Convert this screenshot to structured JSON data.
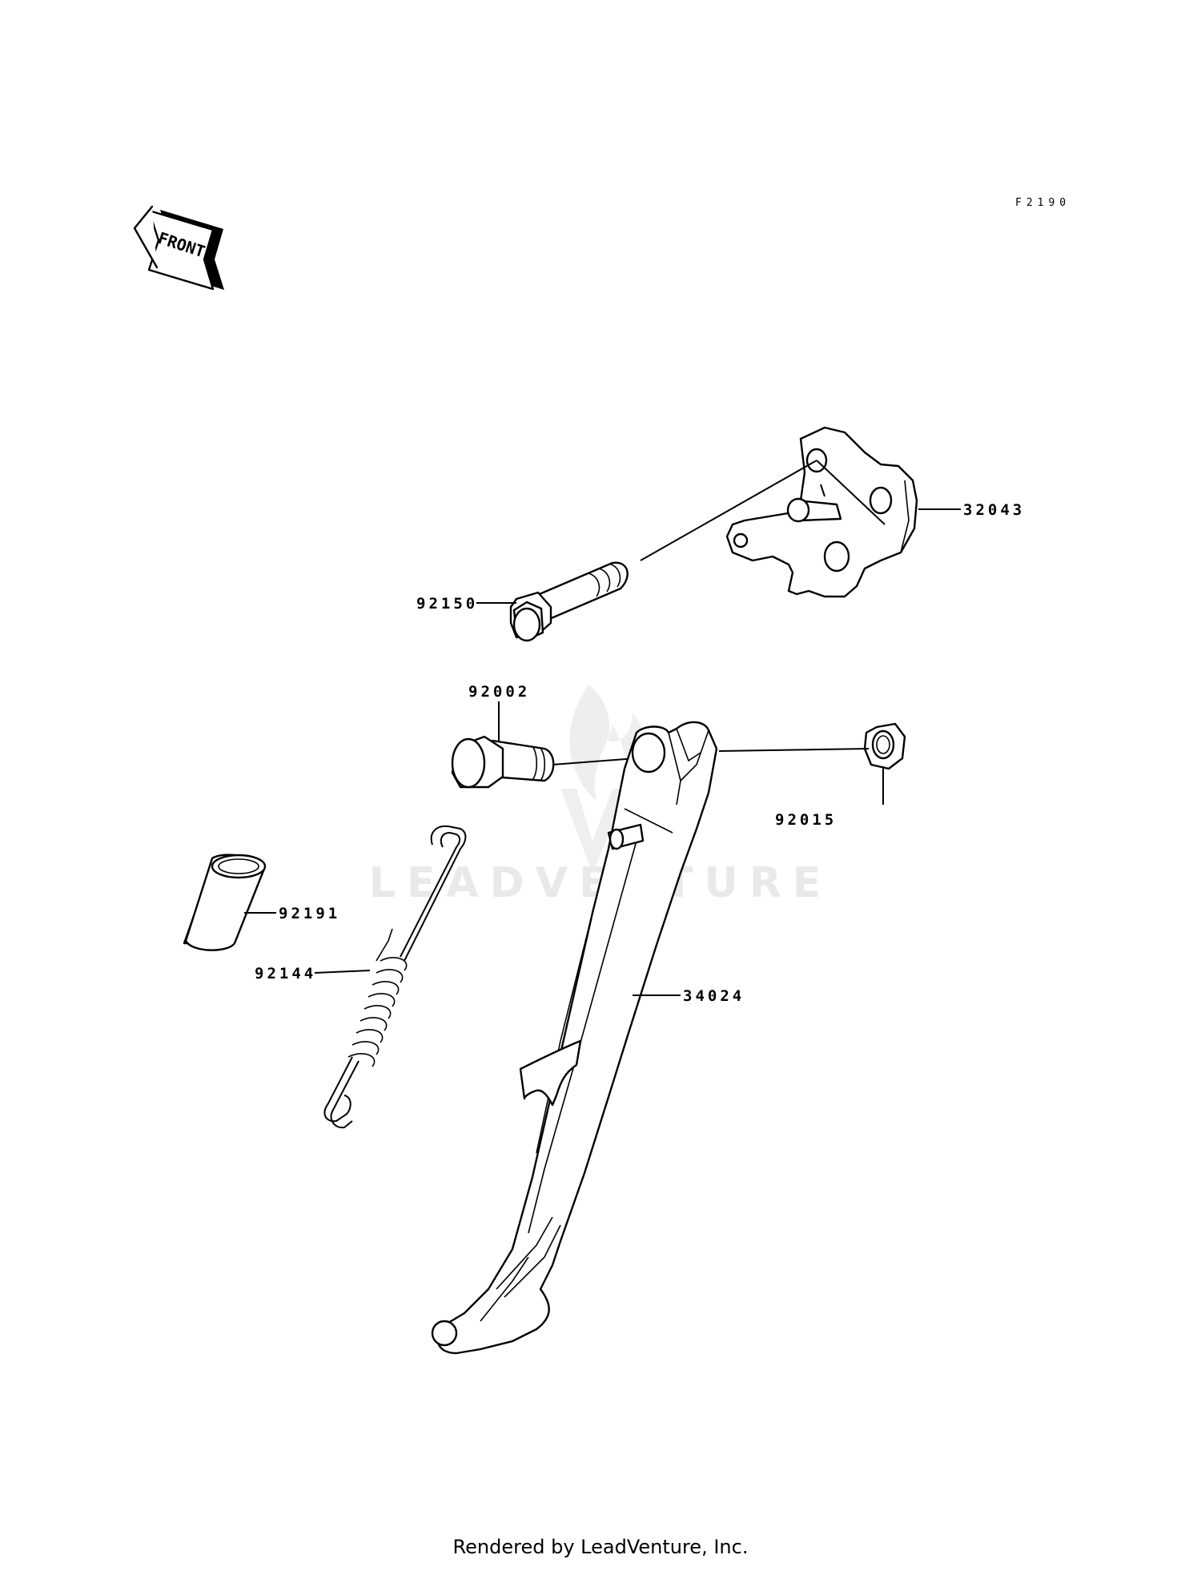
{
  "diagram_code": "F2190",
  "front_label": "FRONT",
  "watermark": "LEADVENTURE",
  "footer": "Rendered by LeadVenture, Inc.",
  "callouts": [
    {
      "id": "bracket",
      "label": "32043"
    },
    {
      "id": "bolt",
      "label": "92150"
    },
    {
      "id": "pivot-bolt",
      "label": "92002"
    },
    {
      "id": "nut",
      "label": "92015"
    },
    {
      "id": "collar",
      "label": "92191"
    },
    {
      "id": "spring",
      "label": "92144"
    },
    {
      "id": "side-stand",
      "label": "34024"
    }
  ]
}
